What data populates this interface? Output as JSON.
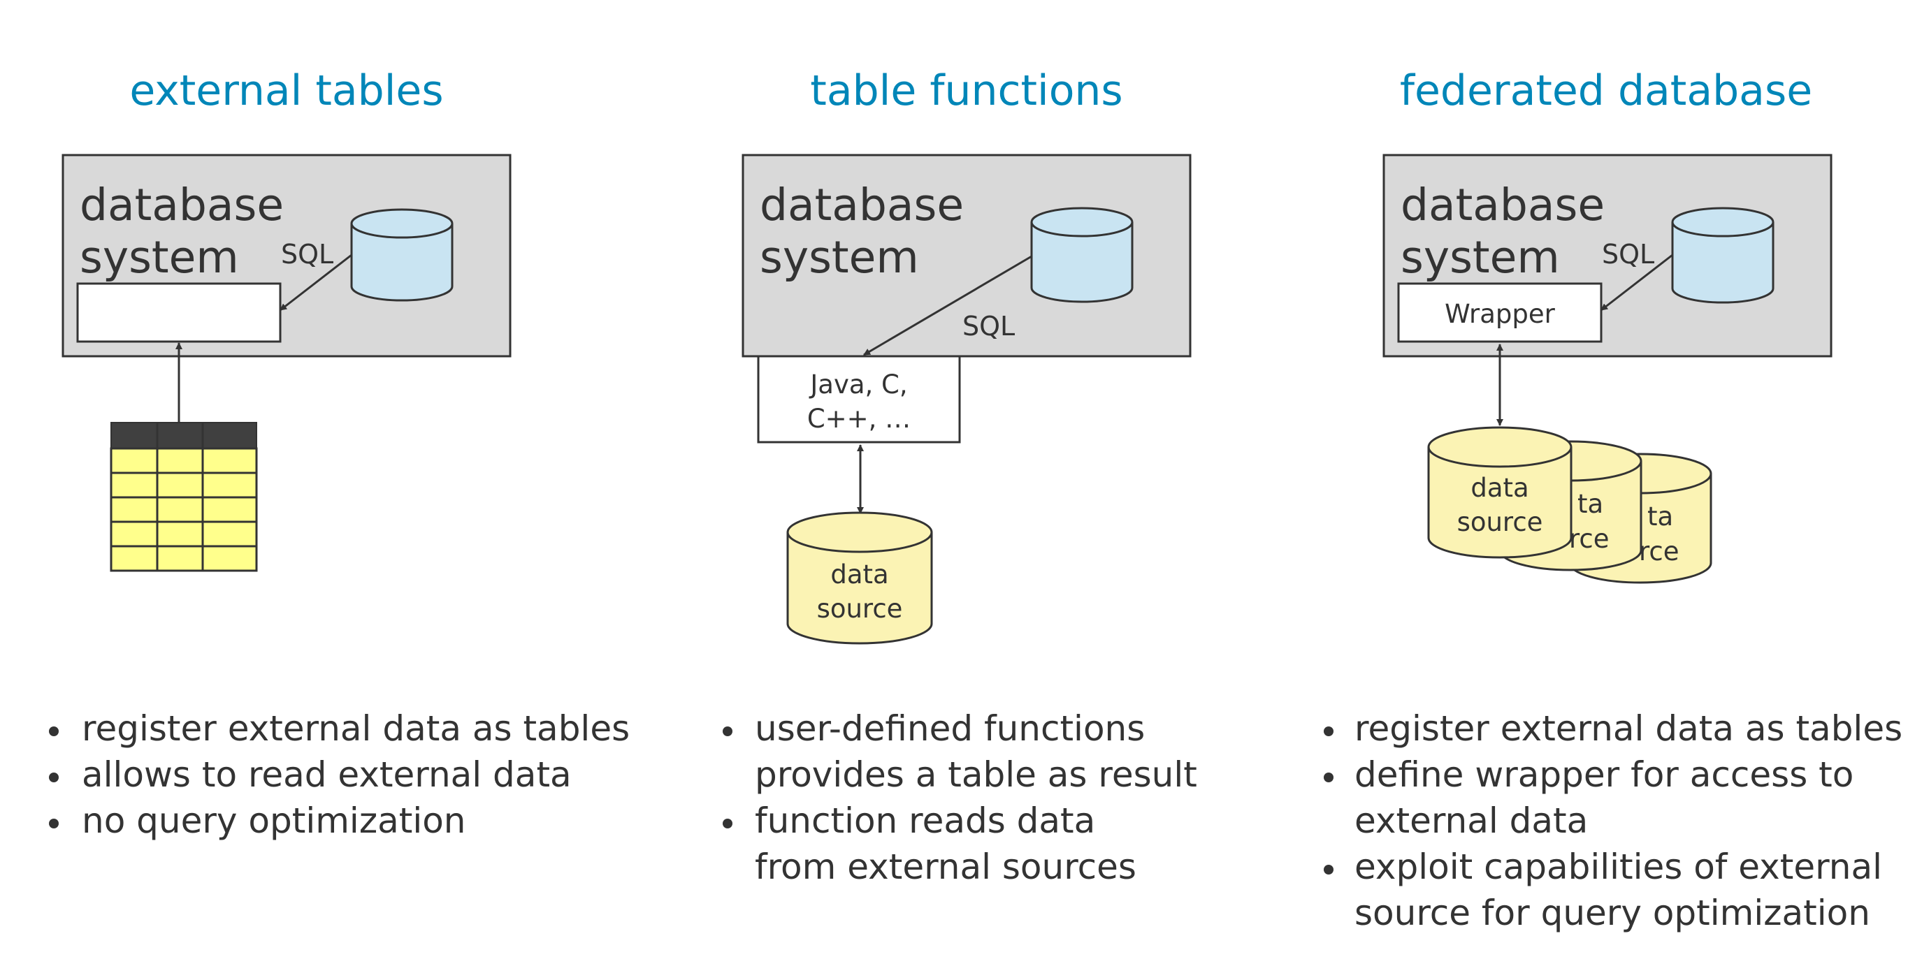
{
  "columns": [
    {
      "heading": "external tables",
      "box_label_line1": "database",
      "box_label_line2": "system",
      "sql_label": "SQL",
      "bullets": [
        {
          "lines": [
            "register external data as tables"
          ]
        },
        {
          "lines": [
            "allows to read external data"
          ]
        },
        {
          "lines": [
            "no query optimization"
          ]
        }
      ]
    },
    {
      "heading": "table functions",
      "box_label_line1": "database",
      "box_label_line2": "system",
      "sql_label": "SQL",
      "function_box_line1": "Java, C,",
      "function_box_line2": "C++, …",
      "source_line1": "data",
      "source_line2": "source",
      "bullets": [
        {
          "lines": [
            "user-defined functions",
            "provides a table as result"
          ]
        },
        {
          "lines": [
            "function reads data",
            "from external sources"
          ]
        }
      ]
    },
    {
      "heading": "federated database",
      "box_label_line1": "database",
      "box_label_line2": "system",
      "sql_label": "SQL",
      "wrapper_label": "Wrapper",
      "source_line1": "data",
      "source_line2": "source",
      "source_back_line1": "ta",
      "source_back_line2": "rce",
      "bullets": [
        {
          "lines": [
            "register external data as tables"
          ]
        },
        {
          "lines": [
            "define wrapper for access to",
            "external data"
          ]
        },
        {
          "lines": [
            "exploit capabilities of external",
            "source for query optimization"
          ]
        }
      ]
    }
  ],
  "colors": {
    "heading": "#0086b8",
    "db_box_fill": "#d9d9d9",
    "cylinder_fill": "#c9e4f2",
    "data_source_fill": "#fbf3b4",
    "table_header_fill": "#404040",
    "table_cell_fill": "#ffff8c",
    "text": "#333333"
  }
}
